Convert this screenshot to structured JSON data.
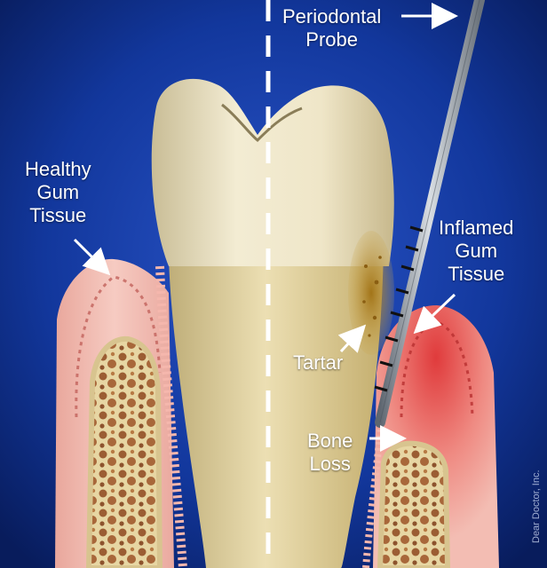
{
  "labels": {
    "probe": [
      "Periodontal",
      "Probe"
    ],
    "healthy": [
      "Healthy",
      "Gum",
      "Tissue"
    ],
    "inflamed": [
      "Inflamed",
      "Gum",
      "Tissue"
    ],
    "tartar": "Tartar",
    "bone_loss": [
      "Bone",
      "Loss"
    ]
  },
  "credit": "Dear Doctor, Inc.",
  "colors": {
    "background": "#0b2a7a",
    "healthy_gum": "#f0b7ae",
    "inflamed_gum": "#e4504e",
    "tooth_crown": "#ede3c6",
    "root": "#e6d8aa",
    "tartar": "#b58c2c",
    "bone": "#e9dcb0",
    "probe": "#9aa3ad"
  }
}
